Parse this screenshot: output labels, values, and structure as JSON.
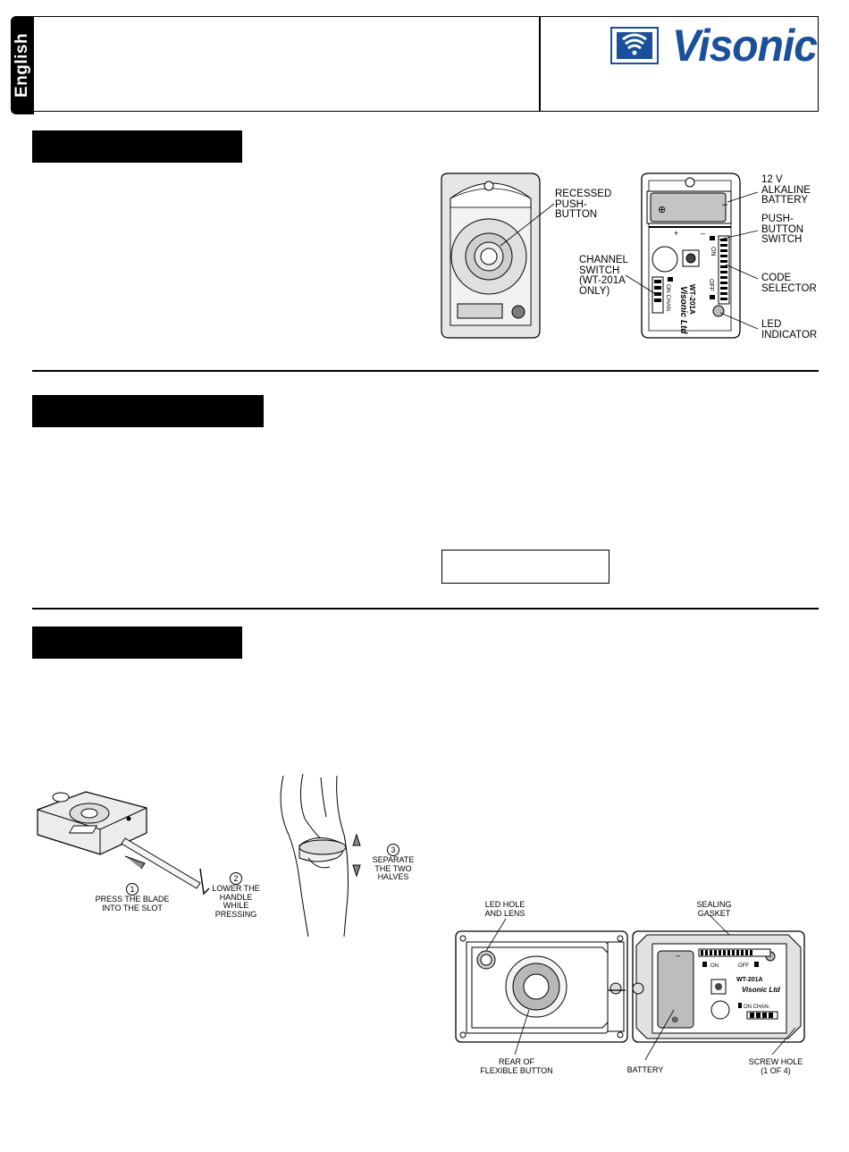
{
  "header": {
    "language_tab": "English",
    "brand": "Visonic"
  },
  "fig1": {
    "recessed_push_button": [
      "RECESSED",
      "PUSH-",
      "BUTTON"
    ],
    "battery": [
      "12 V",
      "ALKALINE",
      "BATTERY"
    ],
    "push_button_switch": [
      "PUSH-",
      "BUTTON",
      "SWITCH"
    ],
    "channel_switch": [
      "CHANNEL",
      "SWITCH",
      "(WT-201A",
      "ONLY)"
    ],
    "code_selector": [
      "CODE",
      "SELECTOR"
    ],
    "led_indicator": [
      "LED",
      "INDICATOR"
    ],
    "board_on": "ON",
    "board_off": "OFF",
    "board_chan": "ON CHAN.",
    "board_model": "WT-201A",
    "board_brand": "Visonic Ltd",
    "plus": "+",
    "minus": "–",
    "battery_plus": "⊕"
  },
  "fig2": {
    "step1_num": "1",
    "step1": [
      "PRESS THE BLADE",
      "INTO THE SLOT"
    ],
    "step2_num": "2",
    "step2": [
      "LOWER THE",
      "HANDLE",
      "WHILE",
      "PRESSING"
    ],
    "step3_num": "3",
    "step3": [
      "SEPARATE",
      "THE TWO",
      "HALVES"
    ]
  },
  "fig3": {
    "led_hole": [
      "LED HOLE",
      "AND LENS"
    ],
    "sealing_gasket": [
      "SEALING",
      "GASKET"
    ],
    "rear_button": [
      "REAR OF",
      "FLEXIBLE BUTTON"
    ],
    "battery": "BATTERY",
    "screw_hole": [
      "SCREW HOLE",
      "(1 OF 4)"
    ],
    "board_on": "ON",
    "board_off": "OFF",
    "board_chan": "ON CHAN.",
    "board_model": "WT-201A",
    "board_brand": "Visonic Ltd"
  },
  "colors": {
    "brand_blue": "#1a4f9c",
    "device_gray": "#e6e6e6",
    "device_dark": "#b8b8b8"
  }
}
